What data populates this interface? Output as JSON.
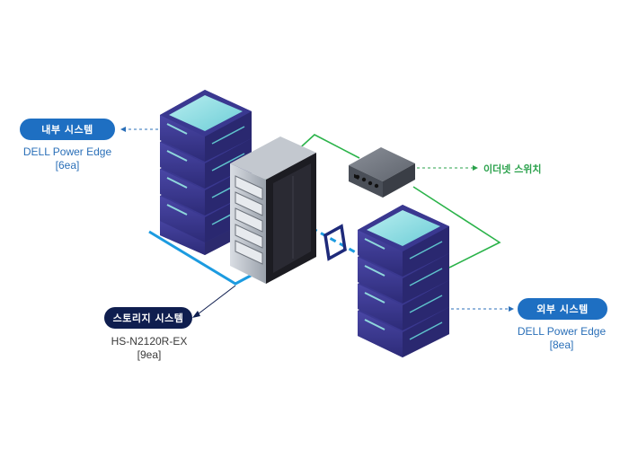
{
  "internal_system": {
    "label": "내부 시스템",
    "model": "DELL Power Edge",
    "count": "[6ea]"
  },
  "storage_system": {
    "label": "스토리지 시스템",
    "model": "HS-N2120R-EX",
    "count": "[9ea]"
  },
  "external_system": {
    "label": "외부 시스템",
    "model": "DELL Power Edge",
    "count": "[8ea]"
  },
  "ethernet_switch": {
    "label": "이더넷 스위치"
  },
  "colors": {
    "server_purple": "#3b3a8f",
    "server_top_cyan": "#8fd8dc",
    "link_green": "#2bb34a",
    "link_blue": "#1c9be0",
    "pill_blue": "#1e6fc2",
    "pill_navy": "#0f1e4f"
  }
}
